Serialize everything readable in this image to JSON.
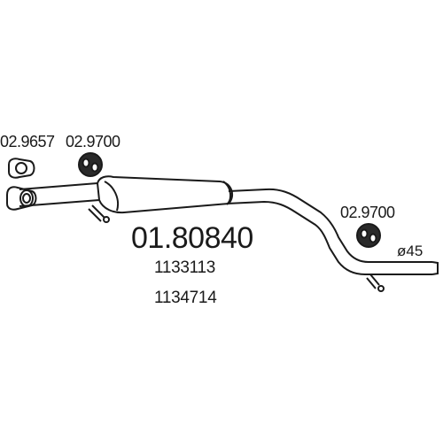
{
  "diagram": {
    "part_number": "01.80840",
    "oe_numbers": [
      "1133113",
      "1134714"
    ],
    "accessories": [
      {
        "code": "02.9657"
      },
      {
        "code": "02.9700"
      },
      {
        "code": "02.9700"
      }
    ],
    "diameter_label": "ø45"
  },
  "colors": {
    "line": "#1a1a1a",
    "background": "#ffffff"
  }
}
